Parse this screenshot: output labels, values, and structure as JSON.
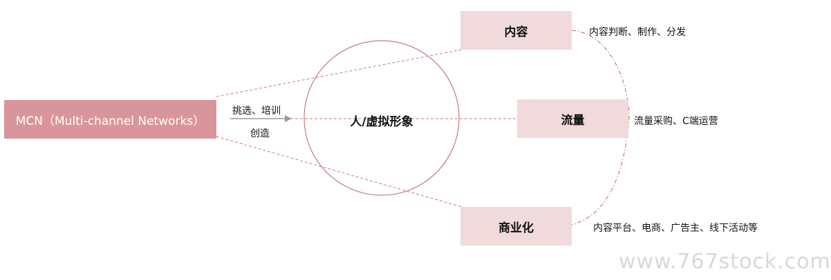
{
  "mcn": {
    "label": "MCN（Multi-channel Networks）"
  },
  "arrow": {
    "top_label": "挑选、培训",
    "bottom_label": "创造"
  },
  "center": {
    "label": "人/虚拟形象"
  },
  "nodes": {
    "content": {
      "label": "内容",
      "description": "内容判断、制作、分发"
    },
    "traffic": {
      "label": "流量",
      "description": "流量采购、C端运营"
    },
    "commerce": {
      "label": "商业化",
      "description": "内容平台、电商、广告主、线下活动等"
    }
  },
  "watermark": {
    "text": "www.767stock.com"
  },
  "colors": {
    "mcn_fill": "#d9969a",
    "node_fill": "#f0dadc",
    "line": "#c77a7e"
  }
}
